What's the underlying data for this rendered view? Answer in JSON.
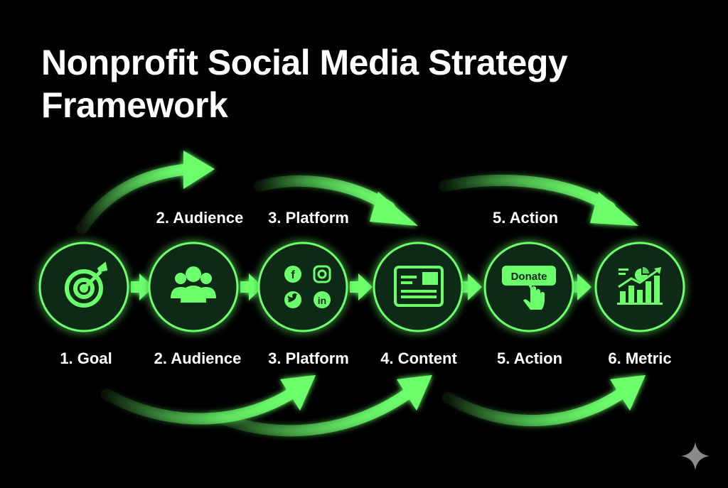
{
  "title": {
    "line1": "Nonprofit Social Media Strategy",
    "line2": "Framework"
  },
  "colors": {
    "accent": "#6cff6c",
    "node_fill": "#0c2a12",
    "background": "#000000"
  },
  "top_labels": [
    "2. Audience",
    "3. Platform",
    "5. Action"
  ],
  "steps": [
    {
      "label": "1. Goal",
      "icon": "target-icon"
    },
    {
      "label": "2. Audience",
      "icon": "people-icon"
    },
    {
      "label": "3. Platform",
      "icon": "social-platforms-icon"
    },
    {
      "label": "4. Content",
      "icon": "content-card-icon"
    },
    {
      "label": "5. Action",
      "icon": "donate-button-icon",
      "button_text": "Donate"
    },
    {
      "label": "6. Metric",
      "icon": "analytics-chart-icon"
    }
  ]
}
